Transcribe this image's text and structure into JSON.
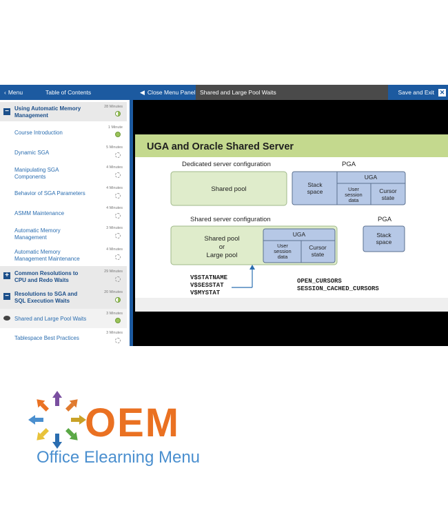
{
  "topbar": {
    "menu_label": "Menu",
    "toc_label": "Table of Contents",
    "close_menu_label": "Close Menu Panel",
    "current_title": "Shared and Large Pool Waits",
    "save_exit_label": "Save and Exit",
    "close_icon_char": "✕"
  },
  "sidebar": {
    "items": [
      {
        "label": "Using Automatic Memory Management",
        "duration": "28 Minutes",
        "kind": "section",
        "status": "half"
      },
      {
        "label": "Course Introduction",
        "duration": "1 Minute",
        "kind": "topic",
        "status": "full"
      },
      {
        "label": "Dynamic SGA",
        "duration": "5 Minutes",
        "kind": "topic",
        "status": "empty"
      },
      {
        "label": "Manipulating SGA Components",
        "duration": "4 Minutes",
        "kind": "topic",
        "status": "empty"
      },
      {
        "label": "Behavior of SGA Parameters",
        "duration": "4 Minutes",
        "kind": "topic",
        "status": "empty"
      },
      {
        "label": "ASMM Maintenance",
        "duration": "4 Minutes",
        "kind": "topic",
        "status": "empty"
      },
      {
        "label": "Automatic Memory Management",
        "duration": "3 Minutes",
        "kind": "topic",
        "status": "empty"
      },
      {
        "label": "Automatic Memory Management Maintenance",
        "duration": "4 Minutes",
        "kind": "topic",
        "status": "empty"
      },
      {
        "label": "Common Resolutions to CPU and Redo Waits",
        "duration": "29 Minutes",
        "kind": "section",
        "status": "empty"
      },
      {
        "label": "Resolutions to SGA and SQL Execution Waits",
        "duration": "20 Minutes",
        "kind": "section",
        "status": "half"
      },
      {
        "label": "Shared and Large Pool Waits",
        "duration": "3 Minutes",
        "kind": "active",
        "status": "full"
      },
      {
        "label": "Tablespace Best Practices",
        "duration": "3 Minutes",
        "kind": "topic",
        "status": "empty"
      }
    ]
  },
  "slide": {
    "title": "UGA and Oracle Shared Server",
    "dedicated_label": "Dedicated server configuration",
    "shared_label": "Shared server configuration",
    "pga_label_1": "PGA",
    "pga_label_2": "PGA",
    "shared_pool": "Shared pool",
    "stack_space_1": "Stack space",
    "uga_1": "UGA",
    "user_session_data_1": "User session data",
    "cursor_state_1": "Cursor state",
    "shared_pool_or_large": "Shared pool or Large pool",
    "uga_2": "UGA",
    "user_session_data_2": "User session data",
    "cursor_state_2": "Cursor state",
    "stack_space_2": "Stack space",
    "views": [
      "V$STATNAME",
      "V$SESSTAT",
      "V$MYSTAT"
    ],
    "params": [
      "OPEN_CURSORS",
      "SESSION_CACHED_CURSORS"
    ]
  },
  "logo": {
    "letters": "OEM",
    "subtitle": "Office Elearning Menu",
    "arrow_colors": [
      "#7a4fa0",
      "#e07a2e",
      "#c9a227",
      "#5aa845",
      "#2a6db0",
      "#e8c23a",
      "#4a8fcf",
      "#ea7122"
    ]
  },
  "colors": {
    "brand_blue": "#1c5aa0",
    "slide_header": "#c4d98e",
    "box_green": "#dfeccb",
    "box_blue": "#b6c8e6",
    "accent_orange": "#ea7122"
  }
}
